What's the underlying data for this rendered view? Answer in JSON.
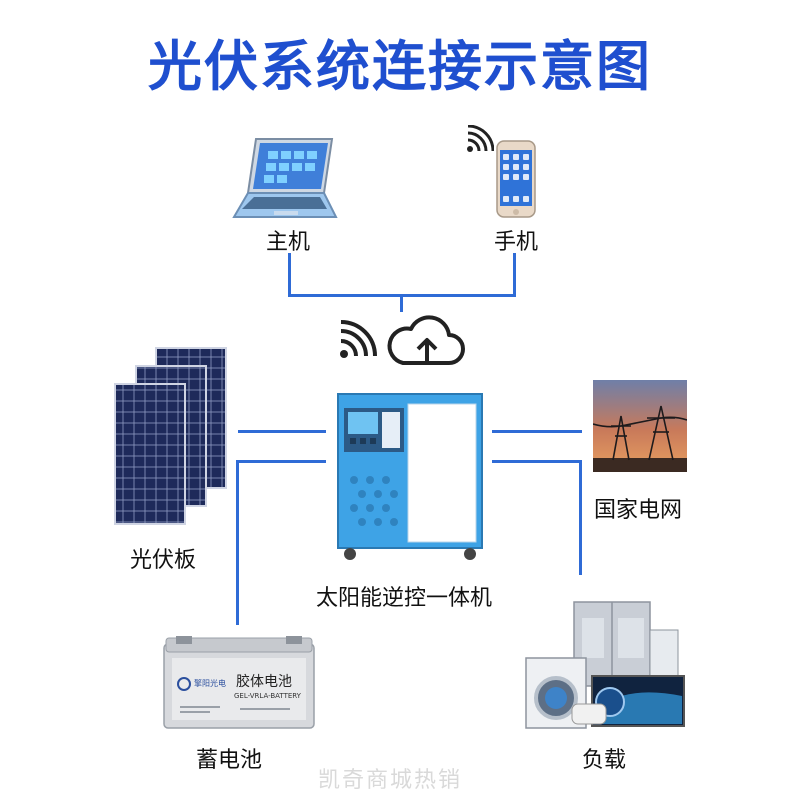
{
  "title": "光伏系统连接示意图",
  "labels": {
    "host": "主机",
    "phone": "手机",
    "solar": "光伏板",
    "inverter": "太阳能逆控一体机",
    "grid": "国家电网",
    "battery": "蓄电池",
    "load": "负载"
  },
  "battery_text": {
    "brand": "擎阳光电",
    "type_cn": "胶体电池",
    "type_en": "GEL-VRLA-BATTERY"
  },
  "watermark": "凯奇商城热销",
  "colors": {
    "title": "#1f4fcf",
    "lines": "#2f6bd6",
    "inverter": "#3ea3e6"
  },
  "icons": [
    "wifi-icon",
    "cloud-upload-icon"
  ]
}
